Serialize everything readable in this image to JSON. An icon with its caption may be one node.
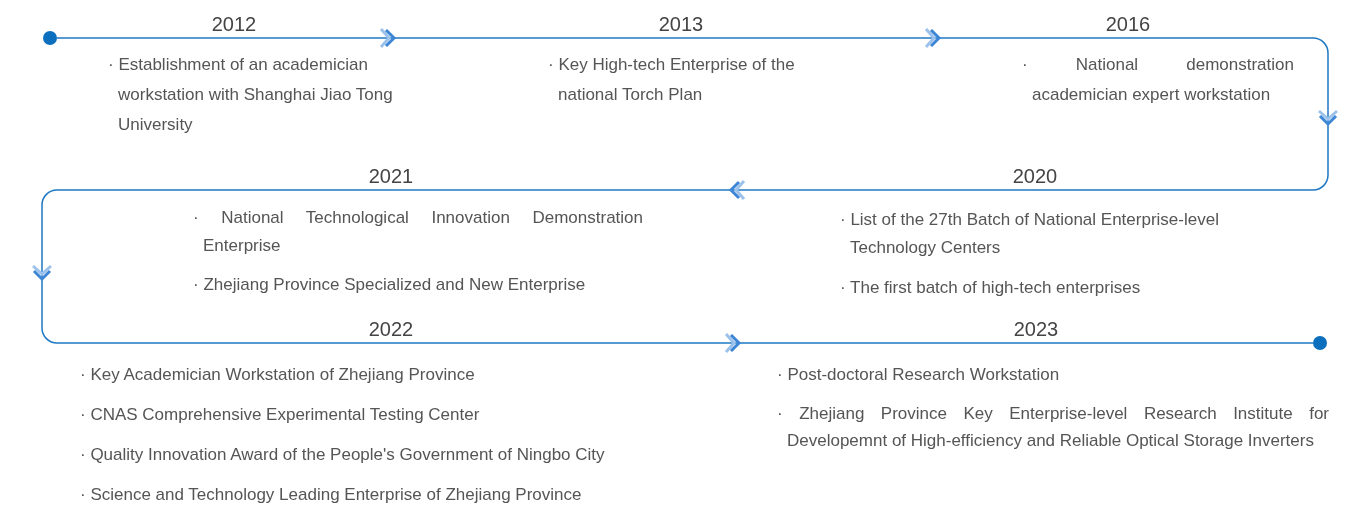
{
  "diagram": {
    "nodes": [
      {
        "text": [],
        "shape": "circle"
      },
      {
        "text": [
          "2012"
        ],
        "beside": [
          "· Establishment of an academician workstation with Shanghai Jiao Tong University"
        ]
      },
      {
        "text": [
          "2013"
        ],
        "beside": [
          "· Key High-tech Enterprise of the national Torch Plan"
        ]
      },
      {
        "text": [
          "2016"
        ],
        "beside": [
          "· National demonstration academician expert workstation"
        ]
      },
      {
        "text": [
          "2020"
        ],
        "beside": [
          "· List of the 27th Batch of National Enterprise-level Technology Centers",
          "· The first batch of high-tech enterprises"
        ]
      },
      {
        "text": [
          "2021"
        ],
        "beside": [
          "· National Technological Innovation Demonstration Enterprise",
          "· Zhejiang Province Specialized and New Enterprise"
        ]
      },
      {
        "text": [
          "2022"
        ],
        "beside": [
          "· Key Academician Workstation of Zhejiang Province",
          "· CNAS Comprehensive Experimental Testing Center",
          "· Quality Innovation Award of the People's Government of Ningbo City",
          "· Science and Technology Leading Enterprise of Zhejiang Province"
        ]
      },
      {
        "text": [
          "2023"
        ],
        "beside": [
          "· Post-doctoral Research Workstation",
          "· Zhejiang Province Key Enterprise-level Research Institute for Developemnt of High-efficiency and Reliable Optical Storage Inverters"
        ]
      },
      {
        "text": [],
        "shape": "circle"
      }
    ],
    "edges": [
      {
        "from": 0,
        "to": 1,
        "arrow": "none"
      },
      {
        "from": 1,
        "to": 2,
        "arrow": "to"
      },
      {
        "from": 2,
        "to": 3,
        "arrow": "to"
      },
      {
        "from": 3,
        "to": 4,
        "arrow": "to"
      },
      {
        "from": 4,
        "to": 5,
        "arrow": "to"
      },
      {
        "from": 5,
        "to": 6,
        "arrow": "to"
      },
      {
        "from": 6,
        "to": 7,
        "arrow": "to"
      },
      {
        "from": 7,
        "to": 8,
        "arrow": "none"
      }
    ]
  }
}
